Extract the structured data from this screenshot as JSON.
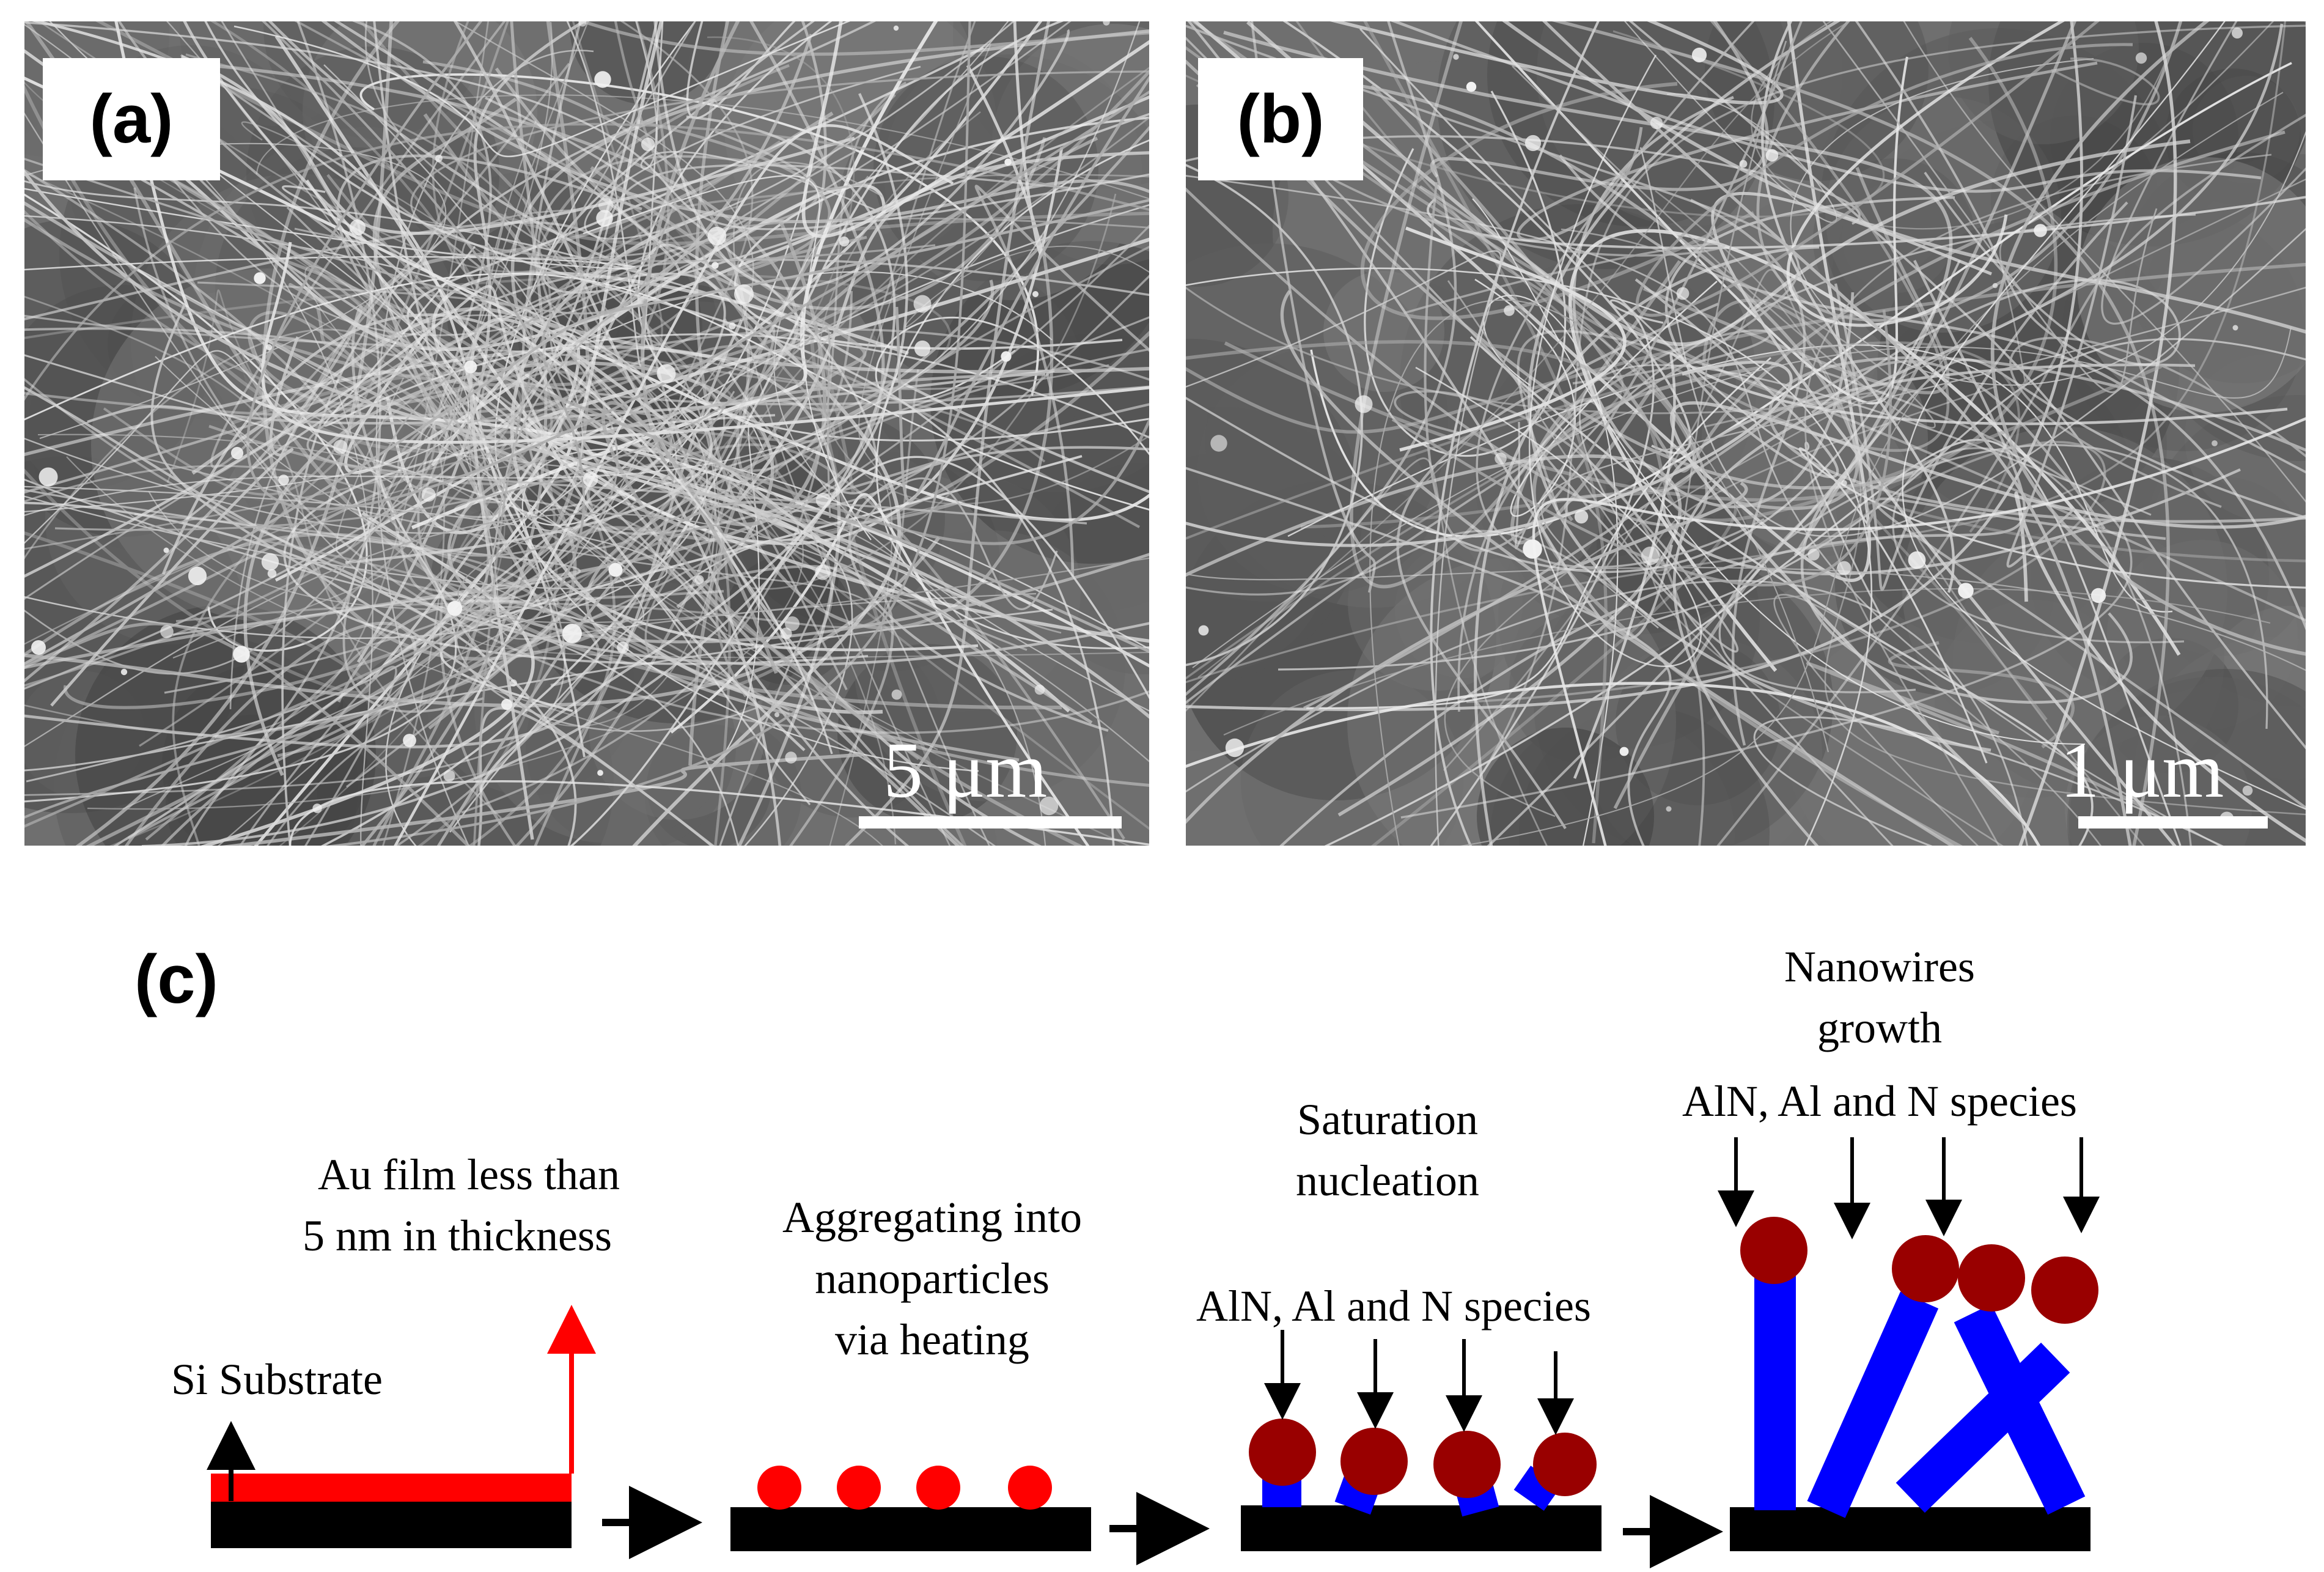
{
  "panels": [
    {
      "label": "(a)",
      "scale_text": "5 μm"
    },
    {
      "label": "(b)",
      "scale_text": "1 μm"
    }
  ],
  "diagram": {
    "label": "(c)",
    "step1": {
      "substrate_label": "Si Substrate",
      "film_label_line1": "Au film less than",
      "film_label_line2": "5 nm in thickness"
    },
    "step2": {
      "line1": "Aggregating into",
      "line2": "nanoparticles",
      "line3": "via heating"
    },
    "step3": {
      "title_line1": "Saturation",
      "title_line2": "nucleation",
      "species": "AlN, Al and N species"
    },
    "step4": {
      "title_line1": "Nanowires",
      "title_line2": "growth",
      "species": "AlN, Al and N species"
    }
  },
  "colors": {
    "substrate": "#000000",
    "au_film": "#ff0000",
    "au_particle": "#ff0000",
    "catalyst": "#990000",
    "nanowire": "#0000ff"
  }
}
